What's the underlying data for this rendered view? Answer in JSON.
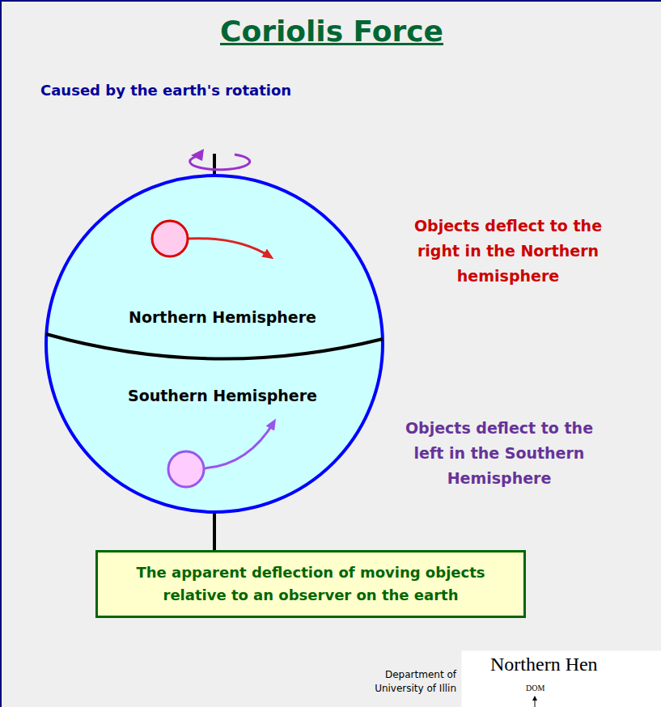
{
  "diagram": {
    "title": "Coriolis Force",
    "nodes": [
      {
        "text": [
          "Northern Hemisphere",
          "Southern Hemisphere"
        ]
      },
      {
        "text": [
          "The apparent deflection of moving objects relative to an observer on the earth"
        ]
      }
    ],
    "edges": [
      {
        "from": 0,
        "to": 1,
        "arrow": "none"
      }
    ],
    "labels": [
      "Caused by the earth's rotation",
      "Objects deflect to the right in the Northern hemisphere",
      "Objects deflect to the left in the Southern Hemisphere",
      "Department of",
      "University of Illin",
      "Northern Hen",
      "DOM"
    ]
  }
}
